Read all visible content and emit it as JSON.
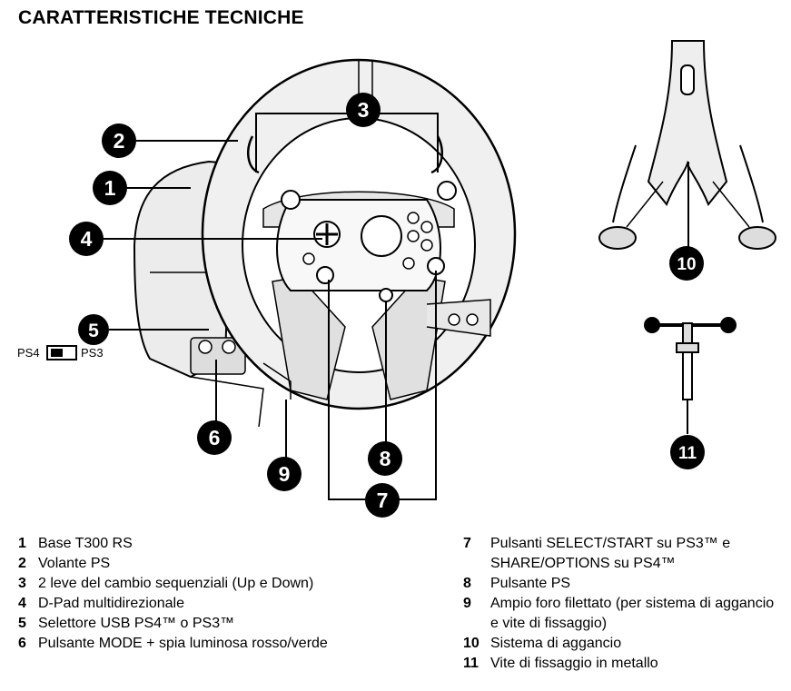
{
  "page": {
    "title": "CARATTERISTICHE TECNICHE"
  },
  "figure": {
    "callouts": [
      "1",
      "2",
      "3",
      "4",
      "5",
      "6",
      "7",
      "8",
      "9",
      "10",
      "11"
    ],
    "switch": {
      "left_label": "PS4",
      "right_label": "PS3"
    }
  },
  "legend": {
    "left": [
      {
        "num": "1",
        "text": "Base T300 RS"
      },
      {
        "num": "2",
        "text": "Volante PS"
      },
      {
        "num": "3",
        "text": "2 leve del cambio sequenziali (Up e Down)"
      },
      {
        "num": "4",
        "text": "D-Pad multidirezionale"
      },
      {
        "num": "5",
        "text": "Selettore USB PS4™ o PS3™"
      },
      {
        "num": "6",
        "text": "Pulsante MODE + spia luminosa rosso/verde"
      }
    ],
    "right": [
      {
        "num": "7",
        "text": "Pulsanti SELECT/START su PS3™ e SHARE/OPTIONS su PS4™"
      },
      {
        "num": "8",
        "text": "Pulsante PS"
      },
      {
        "num": "9",
        "text": "Ampio foro filettato (per sistema di aggancio e vite di fissaggio)"
      },
      {
        "num": "10",
        "text": "Sistema di aggancio"
      },
      {
        "num": "11",
        "text": "Vite di fissaggio in metallo"
      }
    ]
  }
}
